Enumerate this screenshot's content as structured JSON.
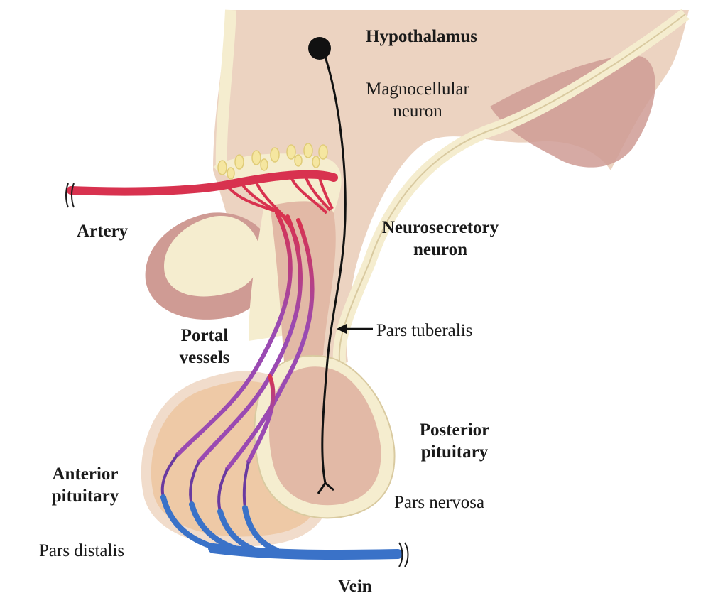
{
  "labels": {
    "hypothalamus": "Hypothalamus",
    "magnocellular_line1": "Magnocellular",
    "magnocellular_line2": "neuron",
    "neurosecretory_line1": "Neurosecretory",
    "neurosecretory_line2": "neuron",
    "artery": "Artery",
    "pars_tuberalis": "Pars tuberalis",
    "portal_line1": "Portal",
    "portal_line2": "vessels",
    "posterior_line1": "Posterior",
    "posterior_line2": "pituitary",
    "pars_nervosa": "Pars nervosa",
    "anterior_line1": "Anterior",
    "anterior_line2": "pituitary",
    "pars_distalis": "Pars distalis",
    "vein": "Vein"
  },
  "colors": {
    "tissue": "#ecd3c1",
    "tissue_dark": "#cf9b94",
    "capsule": "#f5edcf",
    "capsule_edge": "#d9caa0",
    "anterior_lobe": "#eec9a6",
    "posterior_lobe": "#e2b9a6",
    "artery": "#d8324f",
    "portal": "#9a4ab2",
    "vein": "#3a72c8",
    "neuron": "#111111",
    "terminals": "#f5e6a0"
  }
}
